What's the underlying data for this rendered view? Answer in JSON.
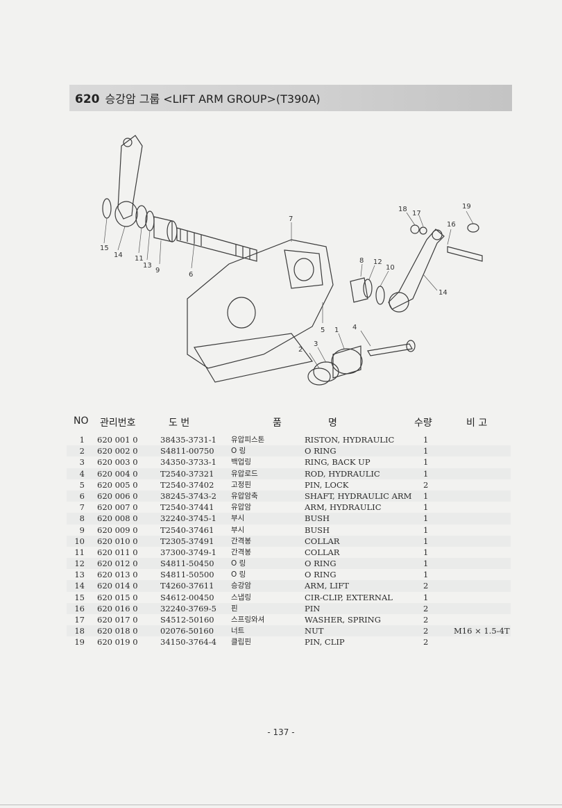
{
  "header": {
    "group_number": "620",
    "title": "승강암 그룹 <LIFT ARM GROUP>(T390A)"
  },
  "diagram": {
    "callouts": [
      "1",
      "2",
      "3",
      "4",
      "5",
      "6",
      "7",
      "8",
      "9",
      "10",
      "11",
      "12",
      "13",
      "14",
      "15",
      "16",
      "17",
      "18",
      "19"
    ]
  },
  "table": {
    "headers": {
      "no": "NO",
      "control": "관리번호",
      "drawing": "도 번",
      "name_kr": "품",
      "name_en": "명",
      "qty": "수량",
      "remarks": "비 고"
    },
    "rows": [
      {
        "no": "1",
        "ctrl": "620  001  0",
        "part": "38435-3731-1",
        "kr": "유압피스톤",
        "en": "RISTON, HYDRAULIC",
        "qty": "1",
        "rem": ""
      },
      {
        "no": "2",
        "ctrl": "620  002  0",
        "part": "S4811-00750",
        "kr": "O 링",
        "en": "O RING",
        "qty": "1",
        "rem": ""
      },
      {
        "no": "3",
        "ctrl": "620  003  0",
        "part": "34350-3733-1",
        "kr": "백업링",
        "en": "RING, BACK UP",
        "qty": "1",
        "rem": ""
      },
      {
        "no": "4",
        "ctrl": "620  004  0",
        "part": "T2540-37321",
        "kr": "유압로드",
        "en": "ROD, HYDRAULIC",
        "qty": "1",
        "rem": ""
      },
      {
        "no": "5",
        "ctrl": "620  005  0",
        "part": "T2540-37402",
        "kr": "고정핀",
        "en": "PIN, LOCK",
        "qty": "2",
        "rem": ""
      },
      {
        "no": "6",
        "ctrl": "620  006  0",
        "part": "38245-3743-2",
        "kr": "유압암축",
        "en": "SHAFT, HYDRAULIC ARM",
        "qty": "1",
        "rem": ""
      },
      {
        "no": "7",
        "ctrl": "620  007  0",
        "part": "T2540-37441",
        "kr": "유압암",
        "en": "ARM, HYDRAULIC",
        "qty": "1",
        "rem": ""
      },
      {
        "no": "8",
        "ctrl": "620  008  0",
        "part": "32240-3745-1",
        "kr": "부시",
        "en": "BUSH",
        "qty": "1",
        "rem": ""
      },
      {
        "no": "9",
        "ctrl": "620  009  0",
        "part": "T2540-37461",
        "kr": "부시",
        "en": "BUSH",
        "qty": "1",
        "rem": ""
      },
      {
        "no": "10",
        "ctrl": "620  010  0",
        "part": "T2305-37491",
        "kr": "간격봉",
        "en": "COLLAR",
        "qty": "1",
        "rem": ""
      },
      {
        "no": "11",
        "ctrl": "620  011  0",
        "part": "37300-3749-1",
        "kr": "간격봉",
        "en": "COLLAR",
        "qty": "1",
        "rem": ""
      },
      {
        "no": "12",
        "ctrl": "620  012  0",
        "part": "S4811-50450",
        "kr": "O 링",
        "en": "O RING",
        "qty": "1",
        "rem": ""
      },
      {
        "no": "13",
        "ctrl": "620  013  0",
        "part": "S4811-50500",
        "kr": "O 링",
        "en": "O RING",
        "qty": "1",
        "rem": ""
      },
      {
        "no": "14",
        "ctrl": "620  014  0",
        "part": "T4260-37611",
        "kr": "승강암",
        "en": "ARM, LIFT",
        "qty": "2",
        "rem": ""
      },
      {
        "no": "15",
        "ctrl": "620  015  0",
        "part": "S4612-00450",
        "kr": "스냅링",
        "en": "CIR-CLIP, EXTERNAL",
        "qty": "1",
        "rem": ""
      },
      {
        "no": "16",
        "ctrl": "620  016  0",
        "part": "32240-3769-5",
        "kr": "핀",
        "en": "PIN",
        "qty": "2",
        "rem": ""
      },
      {
        "no": "17",
        "ctrl": "620  017  0",
        "part": "S4512-50160",
        "kr": "스프링와셔",
        "en": "WASHER, SPRING",
        "qty": "2",
        "rem": ""
      },
      {
        "no": "18",
        "ctrl": "620  018  0",
        "part": "02076-50160",
        "kr": "너트",
        "en": "NUT",
        "qty": "2",
        "rem": "M16 × 1.5-4T"
      },
      {
        "no": "19",
        "ctrl": "620  019  0",
        "part": "34150-3764-4",
        "kr": "클립핀",
        "en": "PIN, CLIP",
        "qty": "2",
        "rem": ""
      }
    ]
  },
  "footer": {
    "page_number": "- 137 -"
  }
}
